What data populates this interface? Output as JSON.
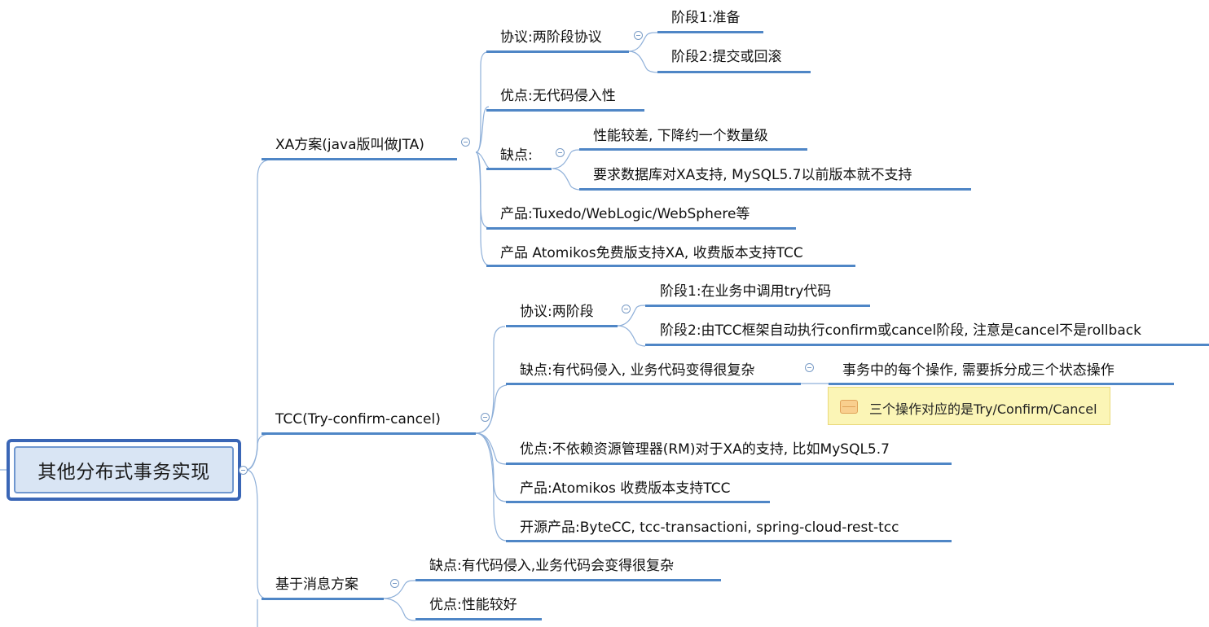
{
  "root": "其他分布式事务实现",
  "branches": {
    "xa": {
      "label": "XA方案(java版叫做JTA)",
      "protocol": {
        "label": "协议:两阶段协议",
        "phase1": "阶段1:准备",
        "phase2": "阶段2:提交或回滚"
      },
      "advantage": "优点:无代码侵入性",
      "disadvantage": {
        "label": "缺点:",
        "item1": "性能较差, 下降约一个数量级",
        "item2": "要求数据库对XA支持, MySQL5.7以前版本就不支持"
      },
      "products1": "产品:Tuxedo/WebLogic/WebSphere等",
      "products2": "产品 Atomikos免费版支持XA, 收费版本支持TCC"
    },
    "tcc": {
      "label": "TCC(Try-confirm-cancel)",
      "protocol": {
        "label": "协议:两阶段",
        "phase1": "阶段1:在业务中调用try代码",
        "phase2": "阶段2:由TCC框架自动执行confirm或cancel阶段, 注意是cancel不是rollback"
      },
      "disadvantage": {
        "label": "缺点:有代码侵入, 业务代码变得很复杂",
        "item1": "事务中的每个操作, 需要拆分成三个状态操作",
        "note": "三个操作对应的是Try/Confirm/Cancel"
      },
      "advantage": "优点:不依赖资源管理器(RM)对于XA的支持, 比如MySQL5.7",
      "products": "产品:Atomikos 收费版本支持TCC",
      "opensource": "开源产品:ByteCC, tcc-transactioni, spring-cloud-rest-tcc"
    },
    "message": {
      "label": "基于消息方案",
      "disadvantage": "缺点:有代码侵入,业务代码会变得很复杂",
      "advantage": "优点:性能较好"
    }
  },
  "colors": {
    "line": "#4f86c6",
    "connector": "#8fb0d9",
    "root_border": "#3a66b6",
    "root_fill": "#d9e5f4",
    "note_fill": "#fbf5b6"
  },
  "icons": {
    "toggle": "collapse-minus-icon",
    "note": "note-icon"
  }
}
